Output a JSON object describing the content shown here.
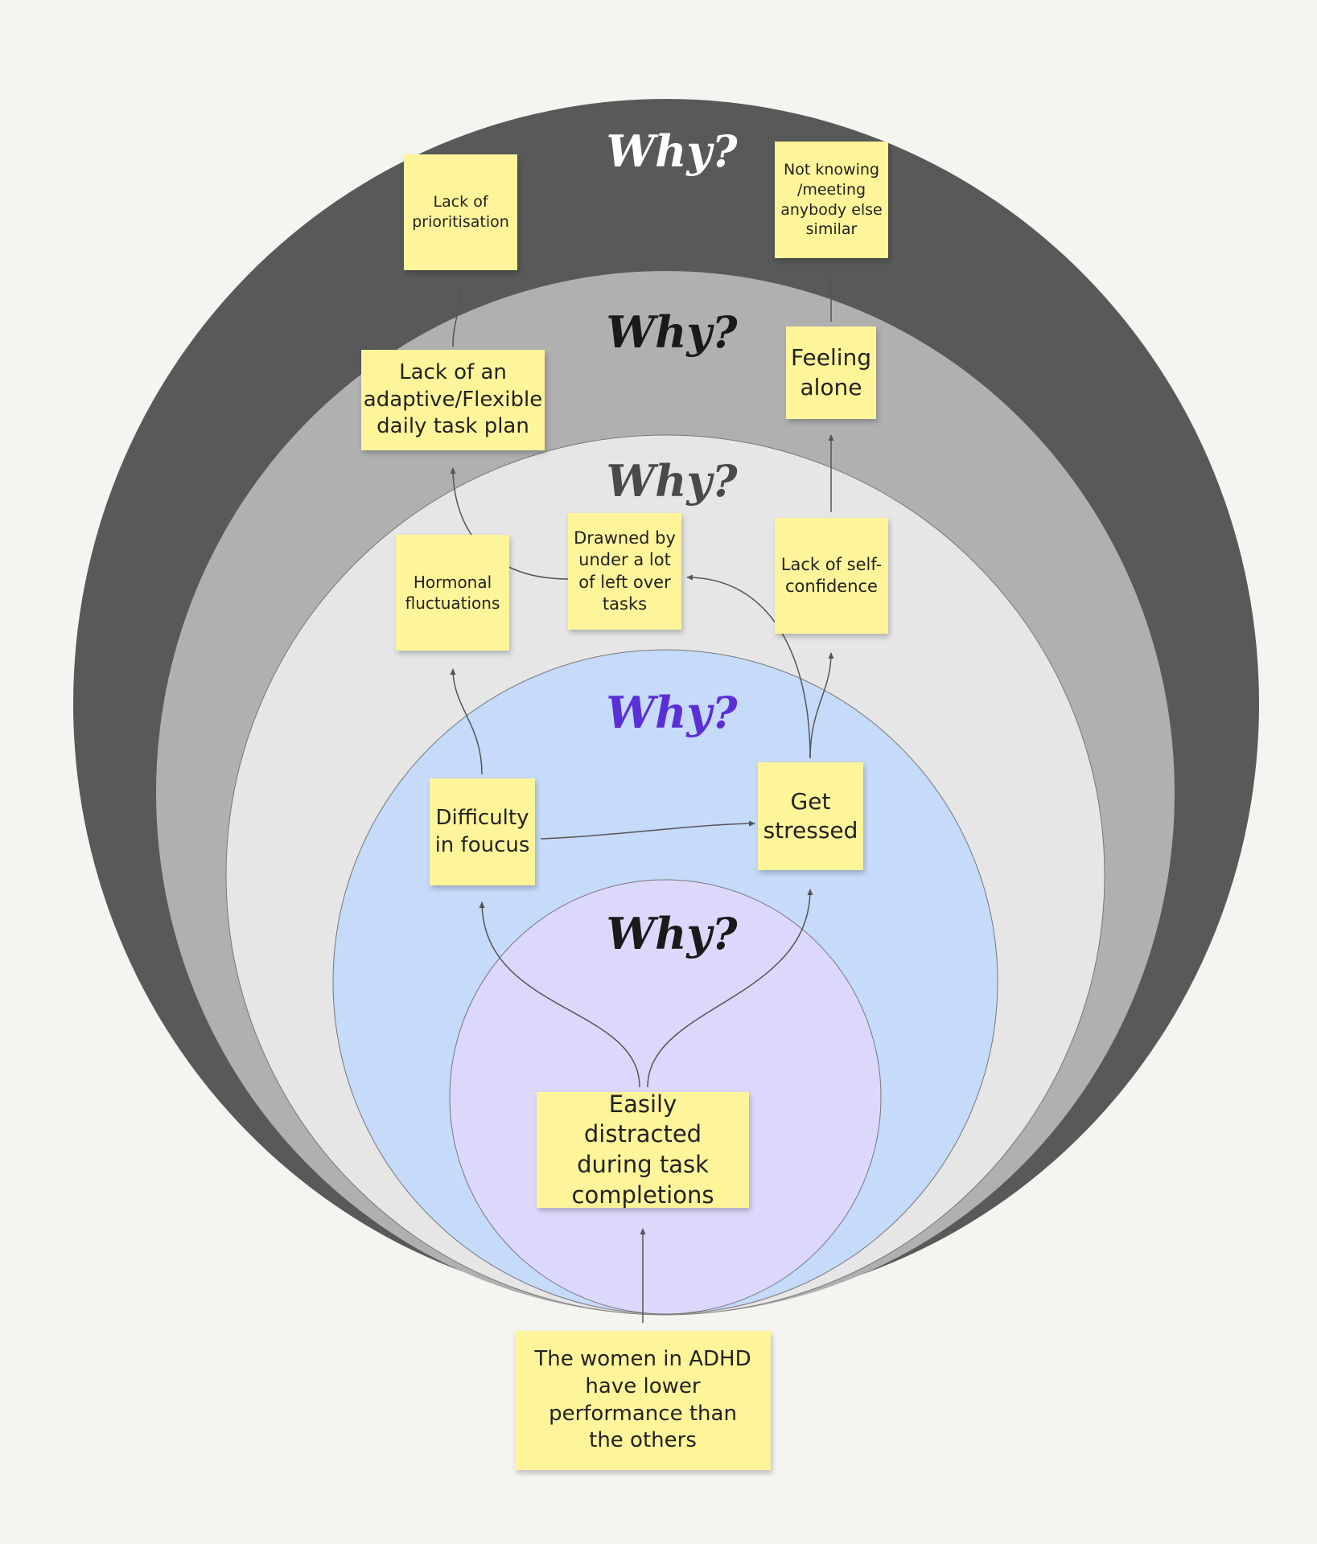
{
  "colors": {
    "background": "#f4f4f0",
    "ring_1": "#595959",
    "ring_2": "#b0b0b0",
    "ring_3": "#e6e6e6",
    "ring_4": "#c6dafa",
    "ring_5": "#dcd8fb",
    "sticky_note": "#fef59a",
    "why_white": "#ffffff",
    "why_black": "#1a1a1a",
    "why_gray": "#4a4a4a",
    "why_purple": "#5b2fd6",
    "connector": "#555555"
  },
  "why_labels": {
    "ring_1": "Why?",
    "ring_2": "Why?",
    "ring_3": "Why?",
    "ring_4": "Why?",
    "ring_5": "Why?"
  },
  "notes": {
    "lack_of_prioritisation": "Lack of prioritisation",
    "not_knowing": "Not knowing /meeting anybody else similar",
    "adaptive_plan": "Lack of an adaptive/Flexible daily task plan",
    "feeling_alone": "Feeling alone",
    "hormonal": "Hormonal fluctuations",
    "drawned": "Drawned by under a lot of left over tasks",
    "self_confidence": "Lack of self-confidence",
    "difficulty_focus": "Difficulty in foucus",
    "get_stressed": "Get stressed",
    "easily_distracted": "Easily distracted during task completions",
    "problem_statement": "The women in ADHD have lower performance than the others"
  }
}
